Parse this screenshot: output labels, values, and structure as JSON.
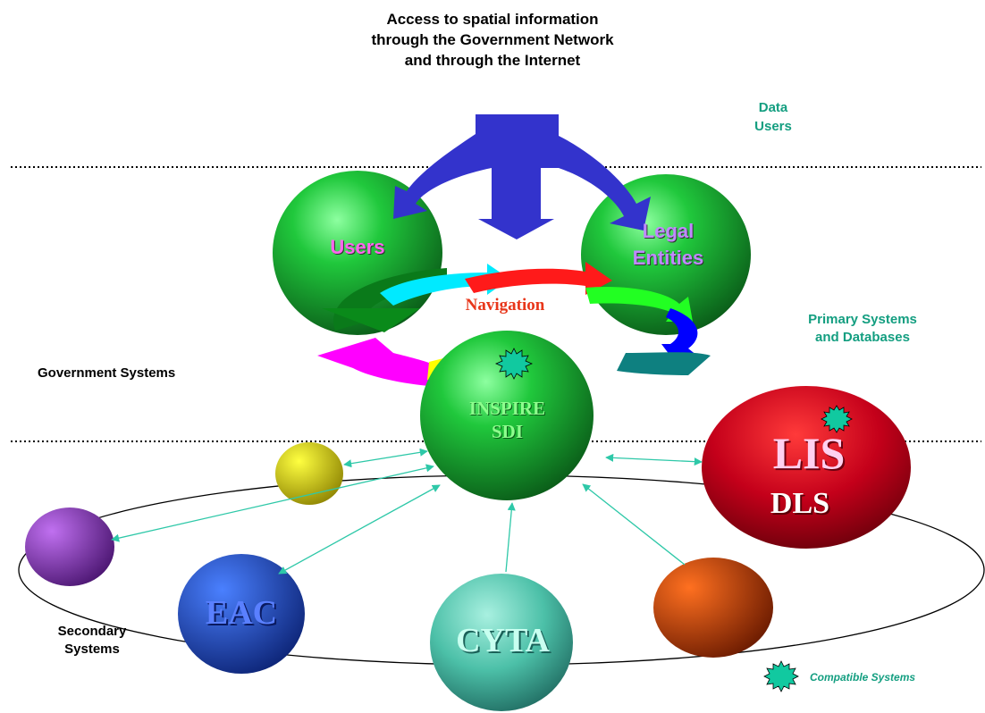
{
  "title": {
    "line1": "Access to spatial information",
    "line2": "through the Government Network",
    "line3": "and through the Internet"
  },
  "zones": {
    "data_users_line1": "Data",
    "data_users_line2": "Users",
    "primary_line1": "Primary Systems",
    "primary_line2": "and Databases",
    "government": "Government Systems",
    "secondary_line1": "Secondary",
    "secondary_line2": "Systems"
  },
  "nodes": {
    "users": "Users",
    "legal_line1": "Legal",
    "legal_line2": "Entities",
    "navigation": "Navigation",
    "inspire_line1": "INSPIRE",
    "inspire_line2": "SDI",
    "lis": "LIS",
    "dls": "DLS",
    "eac": "EAC",
    "cyta": "CYTA"
  },
  "legend": {
    "compatible": "Compatible Systems"
  },
  "colors": {
    "green_accent": "#139e80",
    "arrow_blue": "#3333cc",
    "connector": "#2ec8a8"
  }
}
